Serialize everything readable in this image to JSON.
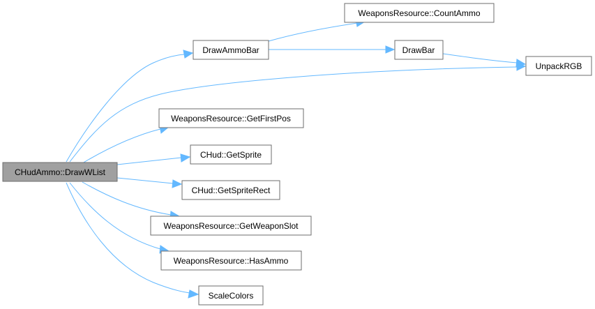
{
  "diagram": {
    "nodes": {
      "root": "CHudAmmo::DrawWList",
      "draw_ammo_bar": "DrawAmmoBar",
      "count_ammo": "WeaponsResource::CountAmmo",
      "draw_bar": "DrawBar",
      "unpack_rgb": "UnpackRGB",
      "get_first_pos": "WeaponsResource::GetFirstPos",
      "get_sprite": "CHud::GetSprite",
      "get_sprite_rect": "CHud::GetSpriteRect",
      "get_weapon_slot": "WeaponsResource::GetWeaponSlot",
      "has_ammo": "WeaponsResource::HasAmmo",
      "scale_colors": "ScaleColors"
    },
    "colors": {
      "edge": "#63b8ff",
      "root_fill": "#a0a0a0",
      "node_border": "#6c6c6c"
    }
  }
}
